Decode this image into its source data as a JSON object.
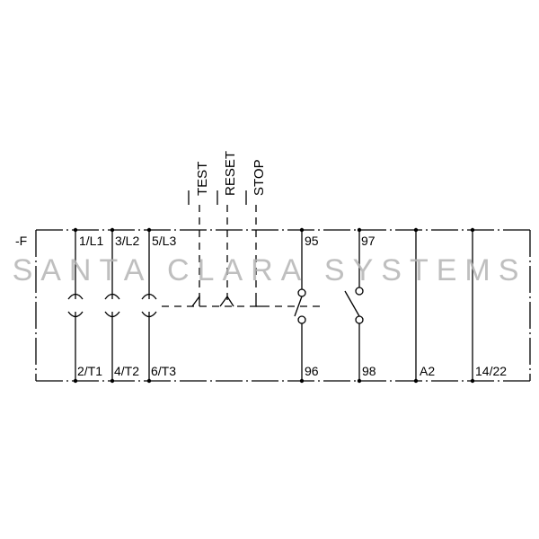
{
  "device_label": "-F",
  "actuators": {
    "test": "TEST",
    "reset": "RESET",
    "stop": "STOP"
  },
  "terminals_top": {
    "l1": "1/L1",
    "l2": "3/L2",
    "l3": "5/L3",
    "nc": "95",
    "no": "97"
  },
  "terminals_bottom": {
    "t1": "2/T1",
    "t2": "4/T2",
    "t3": "6/T3",
    "nc": "96",
    "no": "98",
    "coil": "A2",
    "aux": "14/22"
  },
  "watermark": "SANTA CLARA SYSTEMS"
}
